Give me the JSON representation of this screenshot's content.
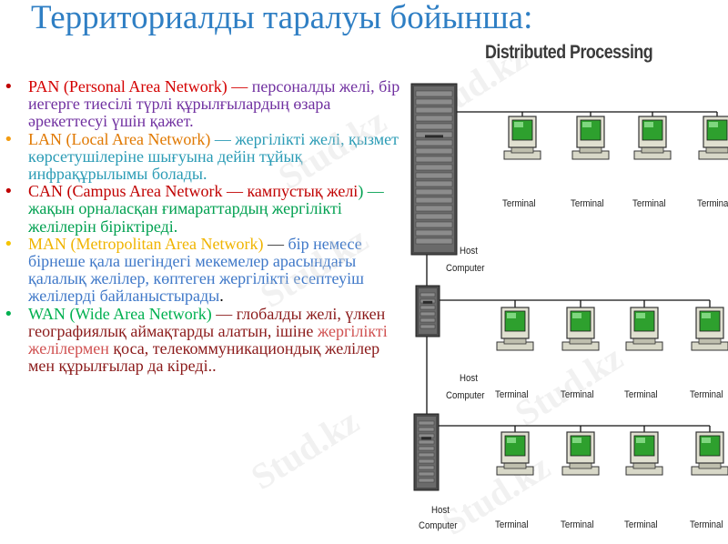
{
  "title": "Территориалды таралуы бойынша:",
  "bullets": [
    {
      "color": "#c00000",
      "segments": [
        {
          "text": "PAN (Personal Area Network) — ",
          "color": "#d40000"
        },
        {
          "text": "персоналды желі, бір иегерге тиесілі түрлі құрылғылардың өзара әрекеттесуі үшін қажет.",
          "color": "#7030a0"
        }
      ]
    },
    {
      "color": "#f39c12",
      "segments": [
        {
          "text": "LAN (Local Area Network)",
          "color": "#e07800"
        },
        {
          "text": " — жергілікті желі, қызмет көрсетушілеріне шығуына дейін тұйық инфрақұрылымы болады.",
          "color": "#2a9bb5"
        }
      ]
    },
    {
      "color": "#c00000",
      "segments": [
        {
          "text": "CAN (Campus Area Network — кампустық желі",
          "color": "#c00000"
        },
        {
          "text": ") — жақын орналасқан ғимараттардың жергілікті желілерін біріктіреді.",
          "color": "#00a050"
        }
      ]
    },
    {
      "color": "#f5c400",
      "segments": [
        {
          "text": "MAN (Metropolitan Area Network)",
          "color": "#f0b400"
        },
        {
          "text": " — ",
          "color": "#333333"
        },
        {
          "text": "бір немесе бірнеше қала шегіндегі мекемелер арасындағы қалалық желілер, көптеген жергілікті есептеуіш желілерді байланыстырады",
          "color": "#3f78c8"
        },
        {
          "text": ".",
          "color": "#000000"
        }
      ]
    },
    {
      "color": "#00b050",
      "segments": [
        {
          "text": "WAN (Wide Area Network)",
          "color": "#00b050"
        },
        {
          "text": " — глобалды желі, үлкен географиялық аймақтарды алатын, ішіне ",
          "color": "#8b1a1a"
        },
        {
          "text": "жергілікті желілермен",
          "color": "#d05050"
        },
        {
          "text": " қоса, телекоммуникациондық желілер мен құрылғылар да кіреді..",
          "color": "#8b1a1a"
        }
      ]
    }
  ],
  "diagram": {
    "title": "Distributed Processing",
    "host_label_1": "Host",
    "host_label_2": "Computer",
    "terminal_label": "Terminal"
  },
  "watermark": "Stud.kz"
}
